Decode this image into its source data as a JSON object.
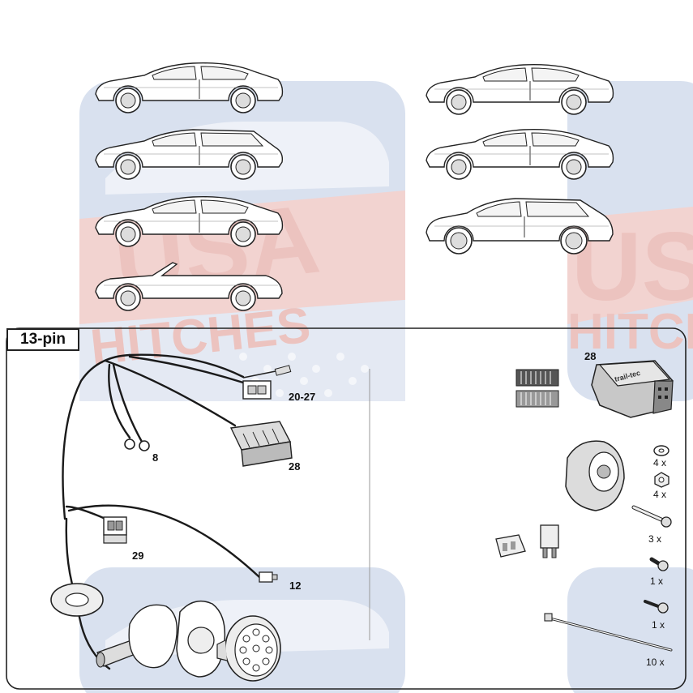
{
  "colors": {
    "watermark_blue": "#d9e1ef",
    "watermark_red": "#f2d3d0",
    "line": "#222222",
    "part_fill": "#dcdcdc"
  },
  "watermark": {
    "line1": "USA",
    "line2": "HITCHES"
  },
  "section_title": "13-pin",
  "vehicles": [
    {
      "name": "sedan"
    },
    {
      "name": "sedan-b"
    },
    {
      "name": "estate"
    },
    {
      "name": "sedan-c"
    },
    {
      "name": "sedan-d"
    },
    {
      "name": "suv"
    },
    {
      "name": "cabriolet"
    }
  ],
  "harness_labels": {
    "connector_20_27": "20-27",
    "ring_terminals": "8",
    "connector_28": "28",
    "connector_29": "29",
    "connector_12": "12"
  },
  "module": {
    "label": "28",
    "brand_text": "trail-tec"
  },
  "hardware_quantities": {
    "washer": "4 x",
    "nut": "4 x",
    "long_bolt": "3 x",
    "short_bolt": "1 x",
    "self_tapping_screw": "1 x",
    "cable_tie": "10 x"
  }
}
